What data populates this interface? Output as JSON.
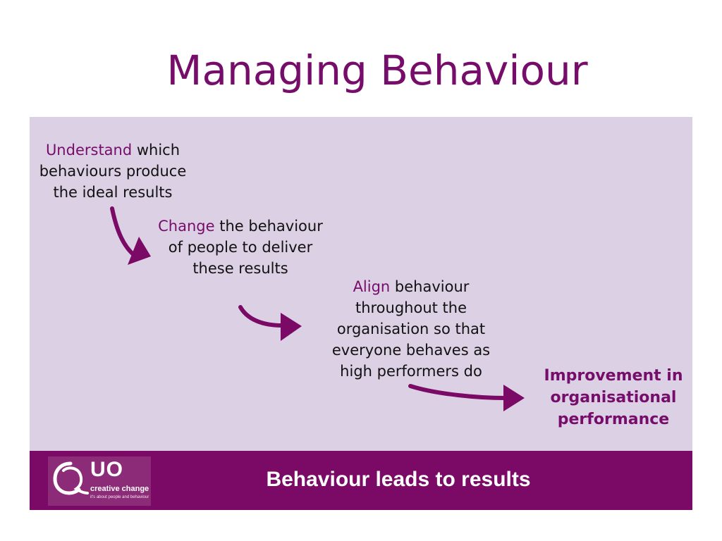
{
  "slide": {
    "title": "Managing Behaviour"
  },
  "steps": [
    {
      "keyword": "Understand",
      "rest": " which behaviours produce the ideal results"
    },
    {
      "keyword": "Change",
      "rest": " the behaviour of people to deliver these results"
    },
    {
      "keyword": "Align",
      "rest": " behaviour throughout the organisation so that everyone behaves as high performers do"
    }
  ],
  "outcome": "Improvement in organisational performance",
  "footer": {
    "tagline": "Behaviour leads to results",
    "logo": {
      "mark": "UO",
      "name": "creative change",
      "slogan": "it's about people and behaviour"
    }
  },
  "colors": {
    "accent": "#770d6b",
    "panel": "#dcd1e4",
    "footer": "#7a0a66",
    "arrow": "#7a0a66"
  }
}
